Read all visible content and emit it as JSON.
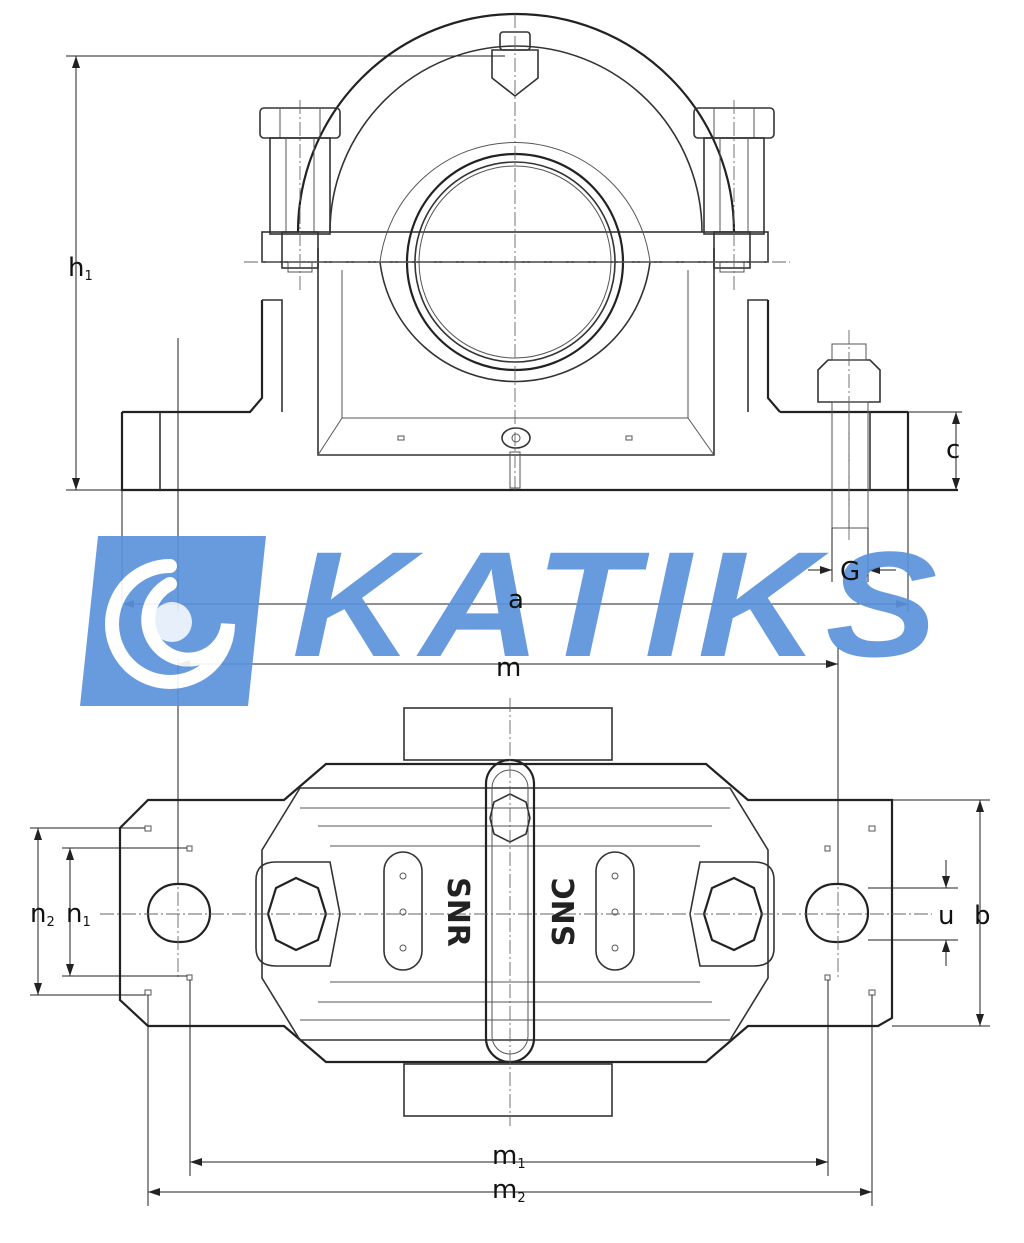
{
  "dimension_labels": {
    "h1": {
      "main": "h",
      "sub": "1"
    },
    "c": "c",
    "G": "G",
    "a": "a",
    "m": "m",
    "n2": {
      "main": "n",
      "sub": "2"
    },
    "n1": {
      "main": "n",
      "sub": "1"
    },
    "u": "u",
    "b": "b",
    "m1": {
      "main": "m",
      "sub": "1"
    },
    "m2": {
      "main": "m",
      "sub": "2"
    }
  },
  "housing_marking": {
    "left": "SNR",
    "right": "SNC"
  },
  "watermark": {
    "text": "KATIKS",
    "color": "#5b93dc"
  }
}
